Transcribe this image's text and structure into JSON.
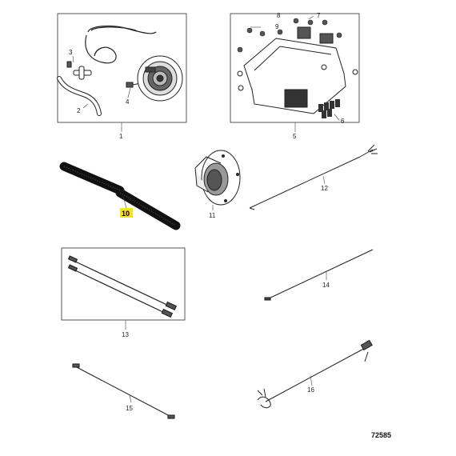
{
  "figure_number": "72585",
  "highlight_color": "#f7e31b",
  "highlighted_item": "10",
  "callouts": {
    "c1": "1",
    "c2": "2",
    "c3": "3",
    "c4": "4",
    "c5": "5",
    "c6": "6",
    "c7": "7",
    "c8": "8",
    "c9": "9",
    "c10": "10",
    "c11": "11",
    "c12": "12",
    "c13": "13",
    "c14": "14",
    "c15": "15",
    "c16": "16"
  }
}
